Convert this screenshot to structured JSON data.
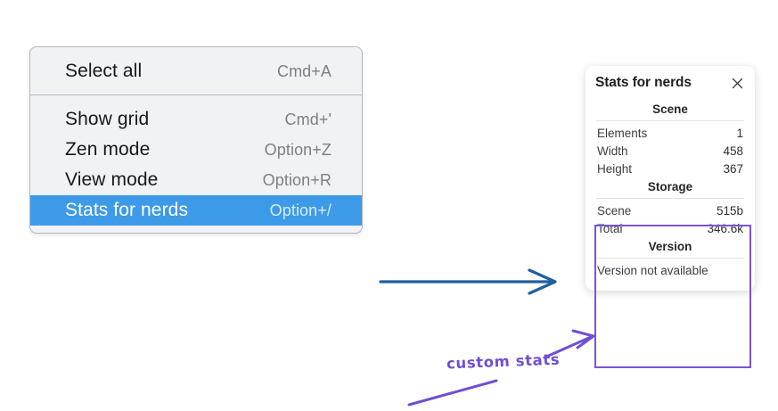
{
  "context_menu": {
    "groups": [
      {
        "items": [
          {
            "label": "Select all",
            "shortcut": "Cmd+A",
            "selected": false
          }
        ]
      },
      {
        "items": [
          {
            "label": "Show grid",
            "shortcut": "Cmd+'",
            "selected": false
          },
          {
            "label": "Zen mode",
            "shortcut": "Option+Z",
            "selected": false
          },
          {
            "label": "View mode",
            "shortcut": "Option+R",
            "selected": false
          },
          {
            "label": "Stats for nerds",
            "shortcut": "Option+/",
            "selected": true
          }
        ]
      }
    ],
    "highlight_color": "#3d9ae9"
  },
  "stats_panel": {
    "title": "Stats for nerds",
    "close_icon": "close-icon",
    "sections": [
      {
        "title": "Scene",
        "rows": [
          {
            "label": "Elements",
            "value": "1"
          },
          {
            "label": "Width",
            "value": "458"
          },
          {
            "label": "Height",
            "value": "367"
          }
        ]
      },
      {
        "title": "Storage",
        "rows": [
          {
            "label": "Scene",
            "value": "515b"
          },
          {
            "label": "Total",
            "value": "346.6k"
          }
        ]
      },
      {
        "title": "Version",
        "note": "Version not available"
      }
    ]
  },
  "annotations": {
    "handwritten_label": "custom stats",
    "arrow_blue_color": "#1f5f9e",
    "arrow_purple_color": "#6f4fd4",
    "highlight_rect_color": "#7a54d6"
  }
}
